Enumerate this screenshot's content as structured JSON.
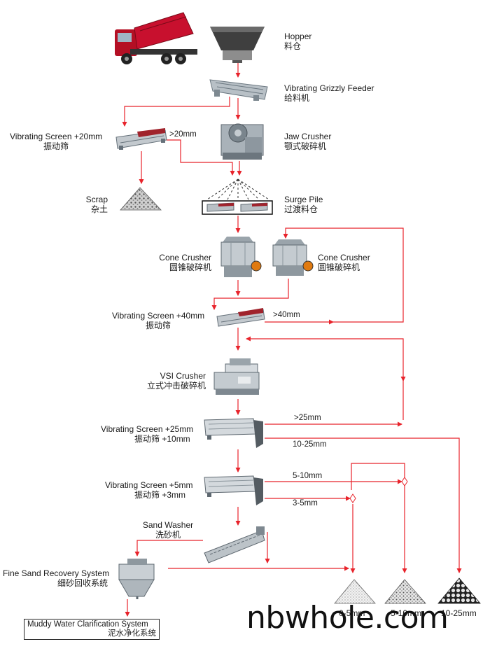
{
  "equipment": {
    "hopper": {
      "en": "Hopper",
      "zh": "料仓"
    },
    "feeder": {
      "en": "Vibrating Grizzly Feeder",
      "zh": "给料机"
    },
    "jaw_crusher": {
      "en": "Jaw Crusher",
      "zh": "颚式破碎机"
    },
    "screen_20": {
      "en": "Vibrating Screen  +20mm",
      "zh": "振动筛"
    },
    "screen_20_out": ">20mm",
    "scrap": {
      "en": "Scrap",
      "zh": "杂土"
    },
    "surge_pile": {
      "en": "Surge Pile",
      "zh": "过渡料仓"
    },
    "cone_crusher_1": {
      "en": "Cone Crusher",
      "zh": "圆锥破碎机"
    },
    "cone_crusher_2": {
      "en": "Cone Crusher",
      "zh": "圆锥破碎机"
    },
    "screen_40": {
      "en": "Vibrating Screen  +40mm",
      "zh": "振动筛"
    },
    "screen_40_out": ">40mm",
    "vsi": {
      "en": "VSI Crusher",
      "zh": "立式冲击破碎机"
    },
    "screen_25": {
      "en": "Vibrating Screen  +25mm",
      "zh": "振动筛   +10mm"
    },
    "out_gt25": ">25mm",
    "out_10_25": "10-25mm",
    "screen_5": {
      "en": "Vibrating Screen  +5mm",
      "zh": "振动筛     +3mm"
    },
    "out_5_10": "5-10mm",
    "out_3_5": "3-5mm",
    "sand_washer": {
      "en": "Sand Washer",
      "zh": "洗砂机"
    },
    "fine_sand": {
      "en": "Fine Sand Recovery System",
      "zh": "细砂回收系统"
    },
    "muddy_water": {
      "en": "Muddy Water Clarification System",
      "zh": "泥水净化系统"
    }
  },
  "products": [
    "0-5mm",
    "5-10mm",
    "10-25mm"
  ],
  "watermark": "nbwhole.com",
  "colors": {
    "arrow": "#e8232b",
    "truck_body": "#c8102e",
    "machine": "#8f9aa3",
    "accent": "#a0232c"
  }
}
